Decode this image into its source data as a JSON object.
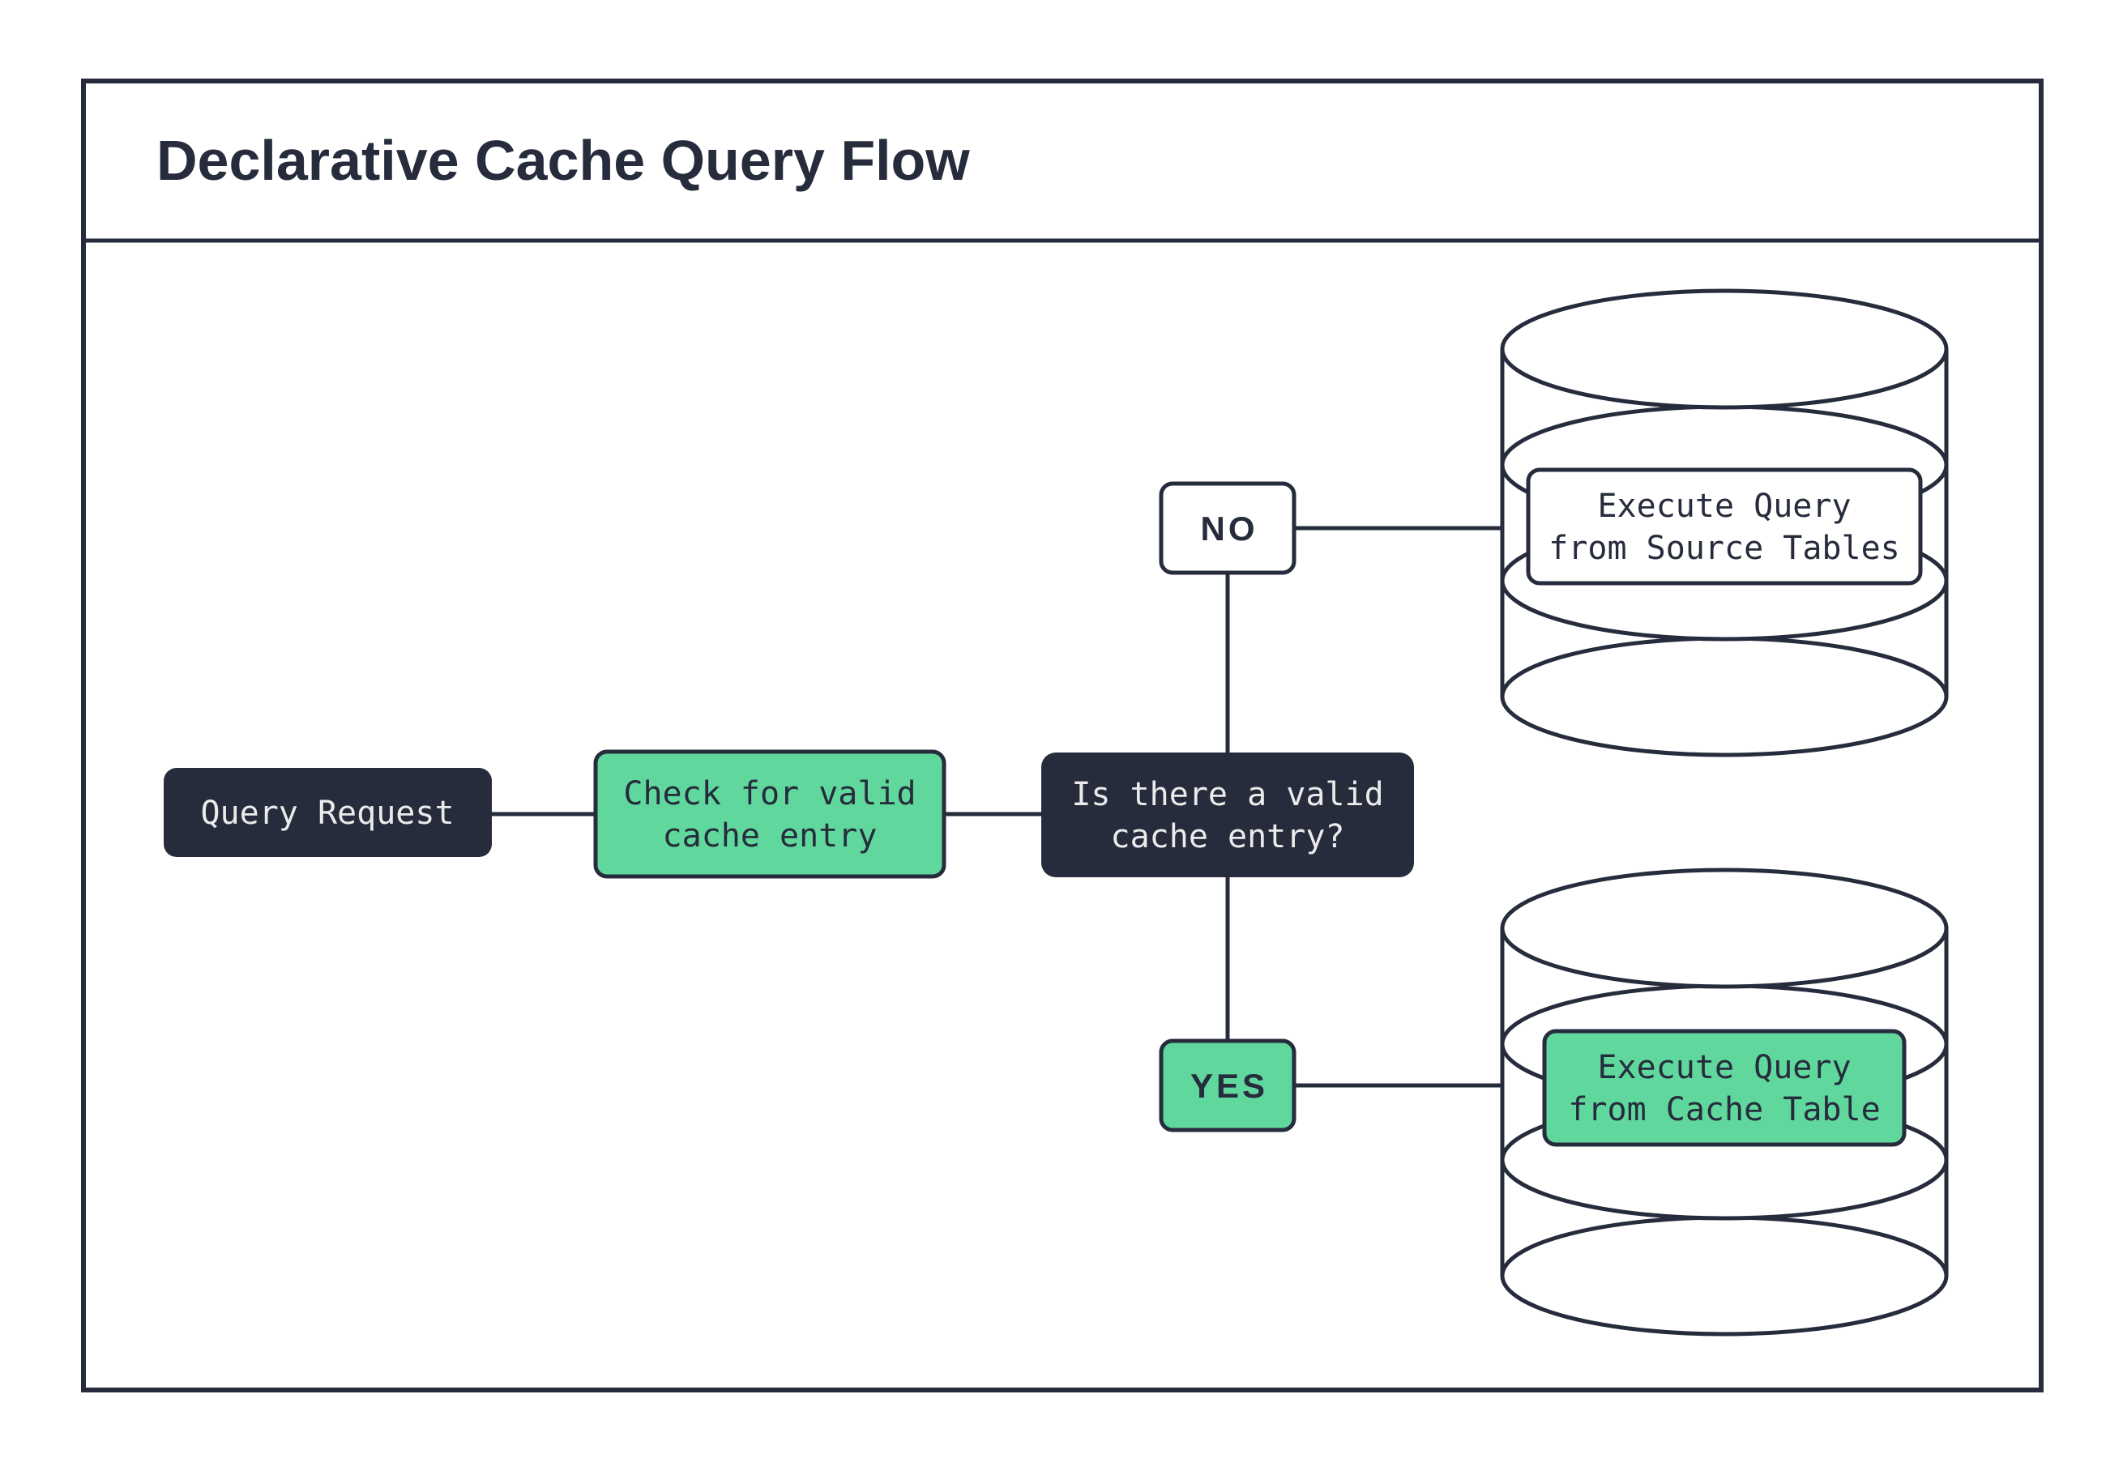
{
  "page": {
    "title": "Declarative Cache Query Flow"
  },
  "nodes": {
    "query_request": {
      "label": "Query Request"
    },
    "check_cache": {
      "line1": "Check for valid",
      "line2": "cache entry"
    },
    "decision": {
      "line1": "Is there a valid",
      "line2": "cache entry?"
    },
    "no_branch": {
      "label": "NO"
    },
    "yes_branch": {
      "label": "YES"
    },
    "source_db": {
      "line1": "Execute Query",
      "line2": "from Source Tables"
    },
    "cache_db": {
      "line1": "Execute Query",
      "line2": "from Cache Table"
    }
  },
  "colors": {
    "ink": "#262c3c",
    "green": "#60d89d",
    "paper": "#ffffff",
    "light_text": "#ebebec"
  }
}
